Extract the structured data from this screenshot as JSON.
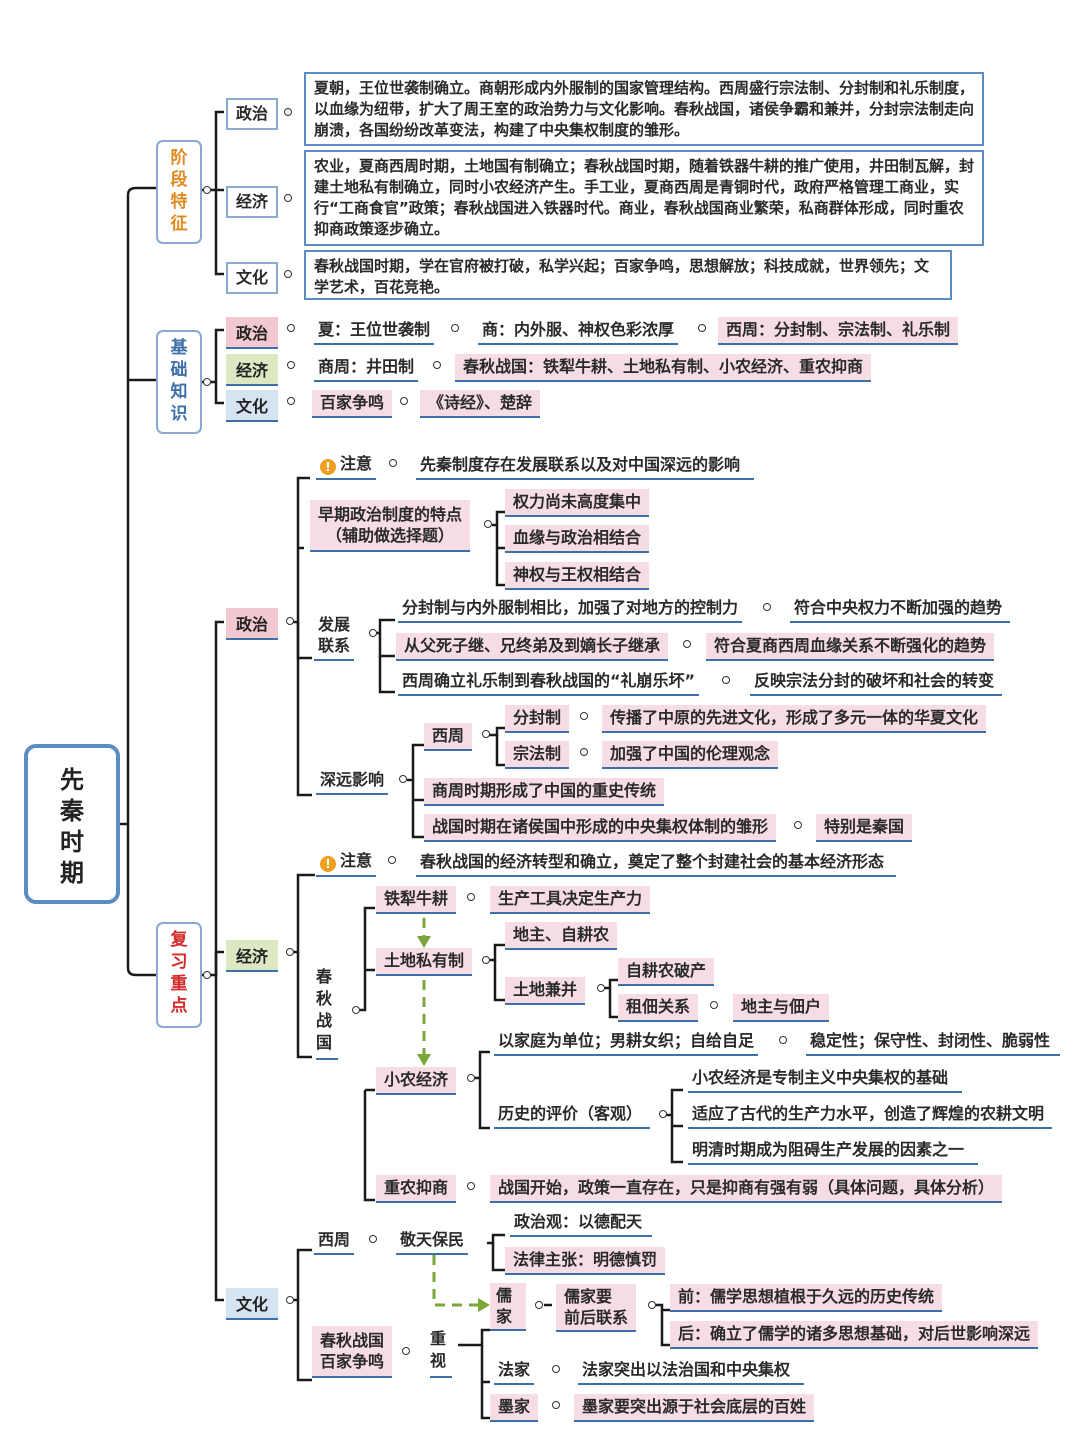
{
  "root": {
    "title": "先秦时期"
  },
  "branches": {
    "stage": {
      "label": "阶段特征",
      "color": "#e08a1e"
    },
    "basic": {
      "label": "基础知识",
      "color": "#3d6fa8"
    },
    "review": {
      "label": "复习重点",
      "color": "#d42a2a"
    }
  },
  "stage": {
    "politics": {
      "label": "政治",
      "text": "夏朝，王位世袭制确立。商朝形成内外服制的国家管理结构。西周盛行宗法制、分封制和礼乐制度，以血缘为纽带，扩大了周王室的政治势力与文化影响。春秋战国，诸侯争霸和兼并，分封宗法制走向崩溃，各国纷纷改革变法，构建了中央集权制度的雏形。"
    },
    "economy": {
      "label": "经济",
      "text": "农业，夏商西周时期，土地国有制确立；春秋战国时期，随着铁器牛耕的推广使用，井田制瓦解，封建土地私有制确立，同时小农经济产生。手工业，夏商西周是青铜时代，政府严格管理工商业，实行“工商食官”政策；春秋战国进入铁器时代。商业，春秋战国商业繁荣，私商群体形成，同时重农抑商政策逐步确立。"
    },
    "culture": {
      "label": "文化",
      "text": "春秋战国时期，学在官府被打破，私学兴起；百家争鸣，思想解放；科技成就，世界领先；文学艺术，百花竞艳。"
    }
  },
  "basic": {
    "politics": {
      "label": "政治",
      "items": [
        "夏：王位世袭制",
        "商：内外服、神权色彩浓厚",
        "西周：分封制、宗法制、礼乐制"
      ]
    },
    "economy": {
      "label": "经济",
      "items": [
        "商周：井田制",
        "春秋战国：铁犁牛耕、土地私有制、小农经济、重农抑商"
      ]
    },
    "culture": {
      "label": "文化",
      "items": [
        "百家争鸣",
        "《诗经》、楚辞"
      ]
    }
  },
  "review": {
    "politics": {
      "label": "政治",
      "note_label": "注意",
      "note": "先秦制度存在发展联系以及对中国深远的影响",
      "early": {
        "label": "早期政治制度的特点（辅助做选择题）",
        "label_line1": "早期政治制度的特点",
        "label_line2": "（辅助做选择题）",
        "items": [
          "权力尚未高度集中",
          "血缘与政治相结合",
          "神权与王权相结合"
        ]
      },
      "dev": {
        "label": "发展联系",
        "label_line1": "发展",
        "label_line2": "联系",
        "rows": [
          {
            "a": "分封制与内外服制相比，加强了对地方的控制力",
            "b": "符合中央权力不断加强的趋势"
          },
          {
            "a": "从父死子继、兄终弟及到嫡长子继承",
            "b": "符合夏商西周血缘关系不断强化的趋势"
          },
          {
            "a": "西周确立礼乐制到春秋战国的“礼崩乐坏”",
            "b": "反映宗法分封的破坏和社会的转变"
          }
        ]
      },
      "impact": {
        "label": "深远影响",
        "xizhou": "西周",
        "fengjian": "分封制",
        "fengjian_effect": "传播了中原的先进文化，形成了多元一体的华夏文化",
        "zongfa": "宗法制",
        "zongfa_effect": "加强了中国的伦理观念",
        "shang": "商周时期形成了中国的重史传统",
        "warring": "战国时期在诸侯国中形成的中央集权体制的雏形",
        "warring_note": "特别是秦国"
      }
    },
    "economy": {
      "label": "经济",
      "note_label": "注意",
      "note": "春秋战国的经济转型和确立，奠定了整个封建社会的基本经济形态",
      "period": "春秋战国",
      "iron": "铁犁牛耕",
      "iron_effect": "生产工具决定生产力",
      "land": "土地私有制",
      "land_a": "地主、自耕农",
      "merge": "土地兼并",
      "merge_a": "自耕农破产",
      "merge_b": "租佃关系",
      "merge_c": "地主与佃户",
      "small": "小农经济",
      "small_a": "以家庭为单位；男耕女织；自给自足",
      "small_a2": "稳定性；保守性、封闭性、脆弱性",
      "eval": "历史的评价（客观）",
      "eval_items": [
        "小农经济是专制主义中央集权的基础",
        "适应了古代的生产力水平，创造了辉煌的农耕文明",
        "明清时期成为阻碍生产发展的因素之一"
      ],
      "agri": "重农抑商",
      "agri_effect": "战国开始，政策一直存在，只是抑商有强有弱（具体问题，具体分析）"
    },
    "culture": {
      "label": "文化",
      "xizhou": "西周",
      "jingtian": "敬天保民",
      "politics_view": "政治观：以德配天",
      "law_view": "法律主张：明德慎罚",
      "warring": "春秋战国百家争鸣",
      "warring_line1": "春秋战国",
      "warring_line2": "百家争鸣",
      "focus": "重视",
      "ru": "儒家",
      "ru_link": "儒家要前后联系",
      "ru_link_line1": "儒家要",
      "ru_link_line2": "前后联系",
      "ru_front": "前：儒学思想植根于久远的历史传统",
      "ru_back": "后：确立了儒学的诸多思想基础，对后世影响深远",
      "fa": "法家",
      "fa_text": "法家突出以法治国和中央集权",
      "mo": "墨家",
      "mo_text": "墨家要突出源于社会底层的百姓"
    }
  },
  "colors": {
    "line": "#1a1a1a",
    "box_border": "#5b8cc4",
    "underline": "#3d6fa8",
    "pink": "#f6dde3",
    "green_arrow": "#7aa63a",
    "tag_pink": "#f2c9d0",
    "tag_green": "#dbe8c2",
    "tag_blue": "#d6e3f3"
  }
}
